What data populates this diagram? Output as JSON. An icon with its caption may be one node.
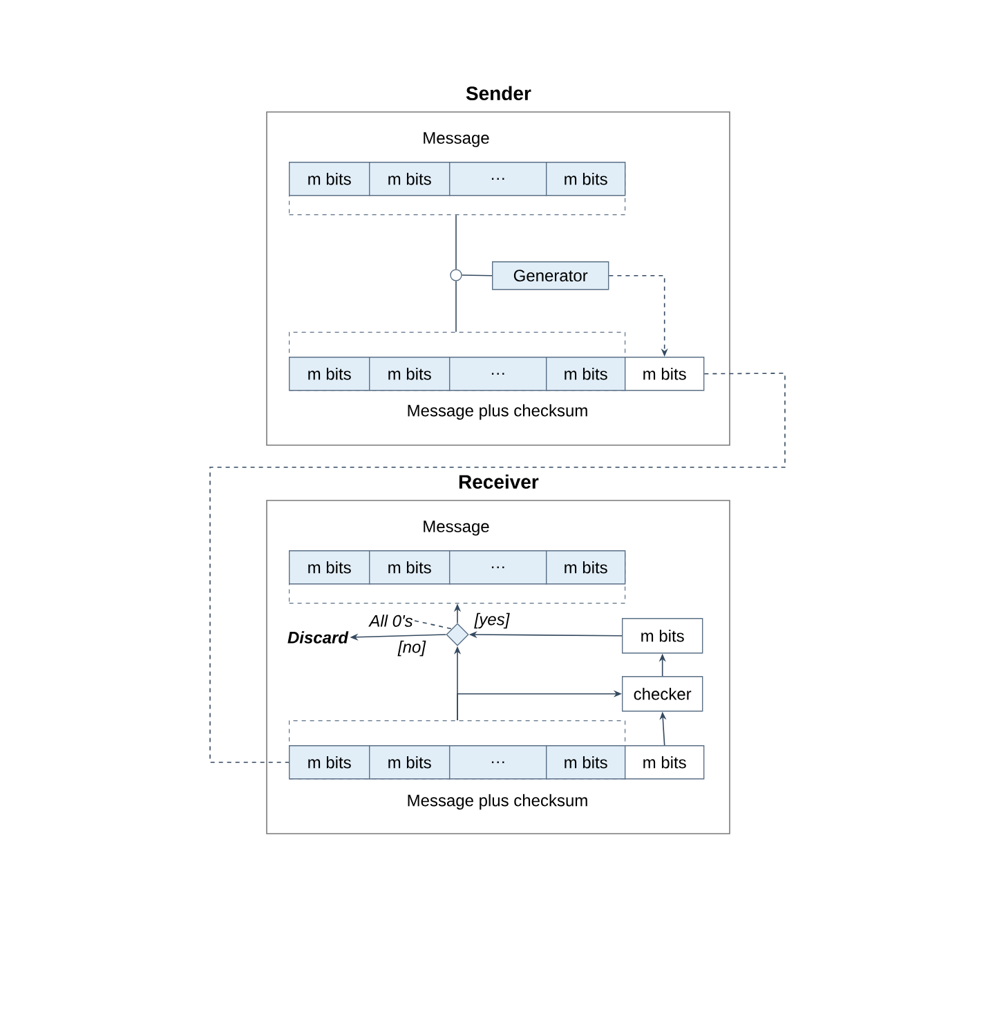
{
  "diagram": {
    "nodes": [
      {
        "text": [
          "Sender"
        ]
      },
      {
        "text": [],
        "shape": "box",
        "in": 0
      },
      {
        "text": [
          "m bits"
        ],
        "in": 1
      },
      {
        "text": [
          "m bits"
        ],
        "in": 1
      },
      {
        "text": [
          "…"
        ],
        "in": 1
      },
      {
        "text": [
          "m bits"
        ],
        "in": 1
      },
      {
        "text": [],
        "shape": "circle",
        "in": 0
      },
      {
        "text": [
          "Generator"
        ],
        "in": 0
      },
      {
        "text": [],
        "shape": "box",
        "in": 0
      },
      {
        "text": [
          "m bits"
        ],
        "in": 8
      },
      {
        "text": [
          "m bits"
        ],
        "in": 8
      },
      {
        "text": [
          "…"
        ],
        "in": 8
      },
      {
        "text": [
          "m bits"
        ],
        "in": 8
      },
      {
        "text": [
          "m bits"
        ],
        "in": 0
      },
      {
        "text": [
          "Receiver"
        ]
      },
      {
        "text": [],
        "shape": "box",
        "in": 14
      },
      {
        "text": [
          "m bits"
        ],
        "in": 15
      },
      {
        "text": [
          "m bits"
        ],
        "in": 15
      },
      {
        "text": [
          "…"
        ],
        "in": 15
      },
      {
        "text": [
          "m bits"
        ],
        "in": 15
      },
      {
        "text": [
          "All 0's"
        ],
        "in": 14
      },
      {
        "text": [
          "Discard"
        ],
        "in": 14
      },
      {
        "text": [],
        "shape": "diamond",
        "in": 14
      },
      {
        "text": [
          "m bits"
        ],
        "in": 14
      },
      {
        "text": [
          "checker"
        ],
        "in": 14
      },
      {
        "text": [],
        "shape": "box",
        "in": 14
      },
      {
        "text": [
          "m bits"
        ],
        "in": 25
      },
      {
        "text": [
          "m bits"
        ],
        "in": 25
      },
      {
        "text": [
          "…"
        ],
        "in": 25
      },
      {
        "text": [
          "m bits"
        ],
        "in": 25
      },
      {
        "text": [
          "m bits"
        ],
        "in": 14
      }
    ],
    "edges": [
      {
        "from": 1,
        "to": 6,
        "arrow": "none"
      },
      {
        "from": 6,
        "to": 7,
        "arrow": "none"
      },
      {
        "from": 6,
        "to": 8,
        "arrow": "none"
      },
      {
        "from": 7,
        "to": 13,
        "arrow": "to",
        "style": "dashed"
      },
      {
        "from": 13,
        "to": 26,
        "arrow": "none",
        "style": "dashed"
      },
      {
        "from": 22,
        "to": 15,
        "arrow": "to",
        "label": "[yes]"
      },
      {
        "from": 22,
        "to": 21,
        "arrow": "to",
        "label": "[no]"
      },
      {
        "from": 20,
        "to": 22,
        "arrow": "none",
        "style": "dashed"
      },
      {
        "from": 23,
        "to": 22,
        "arrow": "to"
      },
      {
        "from": 24,
        "to": 23,
        "arrow": "to"
      },
      {
        "from": 30,
        "to": 24,
        "arrow": "to"
      },
      {
        "from": 25,
        "to": 22,
        "arrow": "to"
      },
      {
        "from": 25,
        "to": 24,
        "arrow": "to"
      }
    ],
    "labels": [
      "Message",
      "Message plus checksum",
      "Message",
      "Message plus checksum"
    ]
  }
}
